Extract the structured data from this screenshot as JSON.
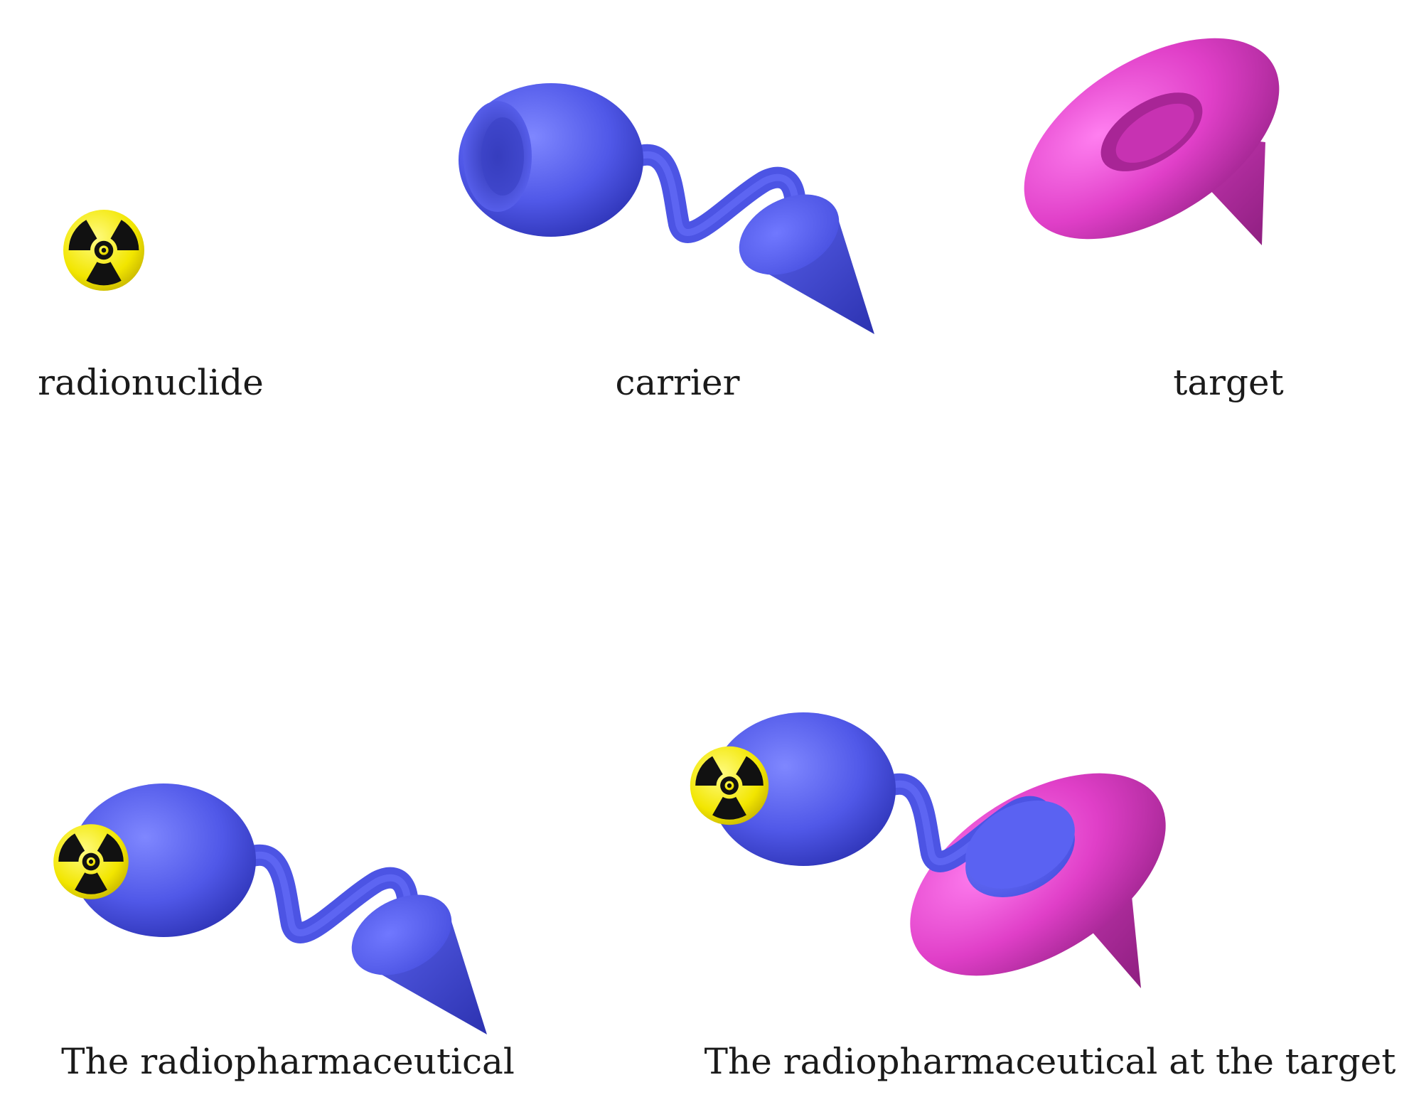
{
  "labels": {
    "radionuclide": "radionuclide",
    "carrier": "carrier",
    "target": "target",
    "radiopharmaceutical": "The radiopharmaceutical",
    "at_target": "The radiopharmaceutical at the target"
  },
  "colors": {
    "carrier": "#5058e8",
    "carrier_light": "#7a82ff",
    "carrier_dark": "#2f35b8",
    "target": "#e03fc8",
    "target_light": "#ff78e8",
    "target_dark": "#a02590",
    "hazard_yellow": "#f2e600",
    "hazard_black": "#111111"
  },
  "icons": {
    "radiation": "radiation-trefoil-icon"
  }
}
